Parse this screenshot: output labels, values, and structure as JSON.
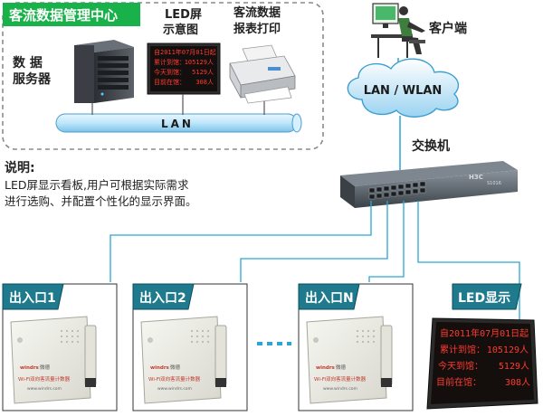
{
  "center": {
    "title": "客流数据管理中心",
    "server_label_1": "数 据",
    "server_label_2": "服务器",
    "led_label_1": "LED屏",
    "led_label_2": "示意图",
    "printer_label_1": "客流数据",
    "printer_label_2": "报表打印",
    "lan_label": "LAN",
    "led_lines": [
      "自2011年07月01日起",
      "累计到馆：",
      "105129人",
      "今天到馆：",
      "5129人",
      "目前在馆：",
      "308人"
    ]
  },
  "client": {
    "label": "客户端"
  },
  "cloud": {
    "label": "LAN / WLAN"
  },
  "switch": {
    "label": "交换机",
    "brand": "H3C",
    "model": "S1016"
  },
  "note": {
    "title": "说明:",
    "line1": "LED屏显示看板,用户可根据实际需求",
    "line2": "进行选购、并配置个性化的显示界面。"
  },
  "exits": [
    {
      "label": "出入口1"
    },
    {
      "label": "出入口2"
    },
    {
      "label": "出入口N"
    }
  ],
  "device": {
    "brand": "windrs",
    "brand_cn": "微德",
    "product": "Wi-Fi双向客流量计数器",
    "url": "www.windrs.com"
  },
  "led_display": {
    "label": "LED显示",
    "lines": [
      "自2011年07月01日起",
      "累计到馆：",
      "105129人",
      "今天到馆：",
      "5129人",
      "目前在馆：",
      "308人"
    ]
  },
  "colors": {
    "label_bg": "#1e7a8c",
    "label_border": "#0a4c58",
    "link": "#2aa6d6",
    "led": "#ff3b2f"
  }
}
